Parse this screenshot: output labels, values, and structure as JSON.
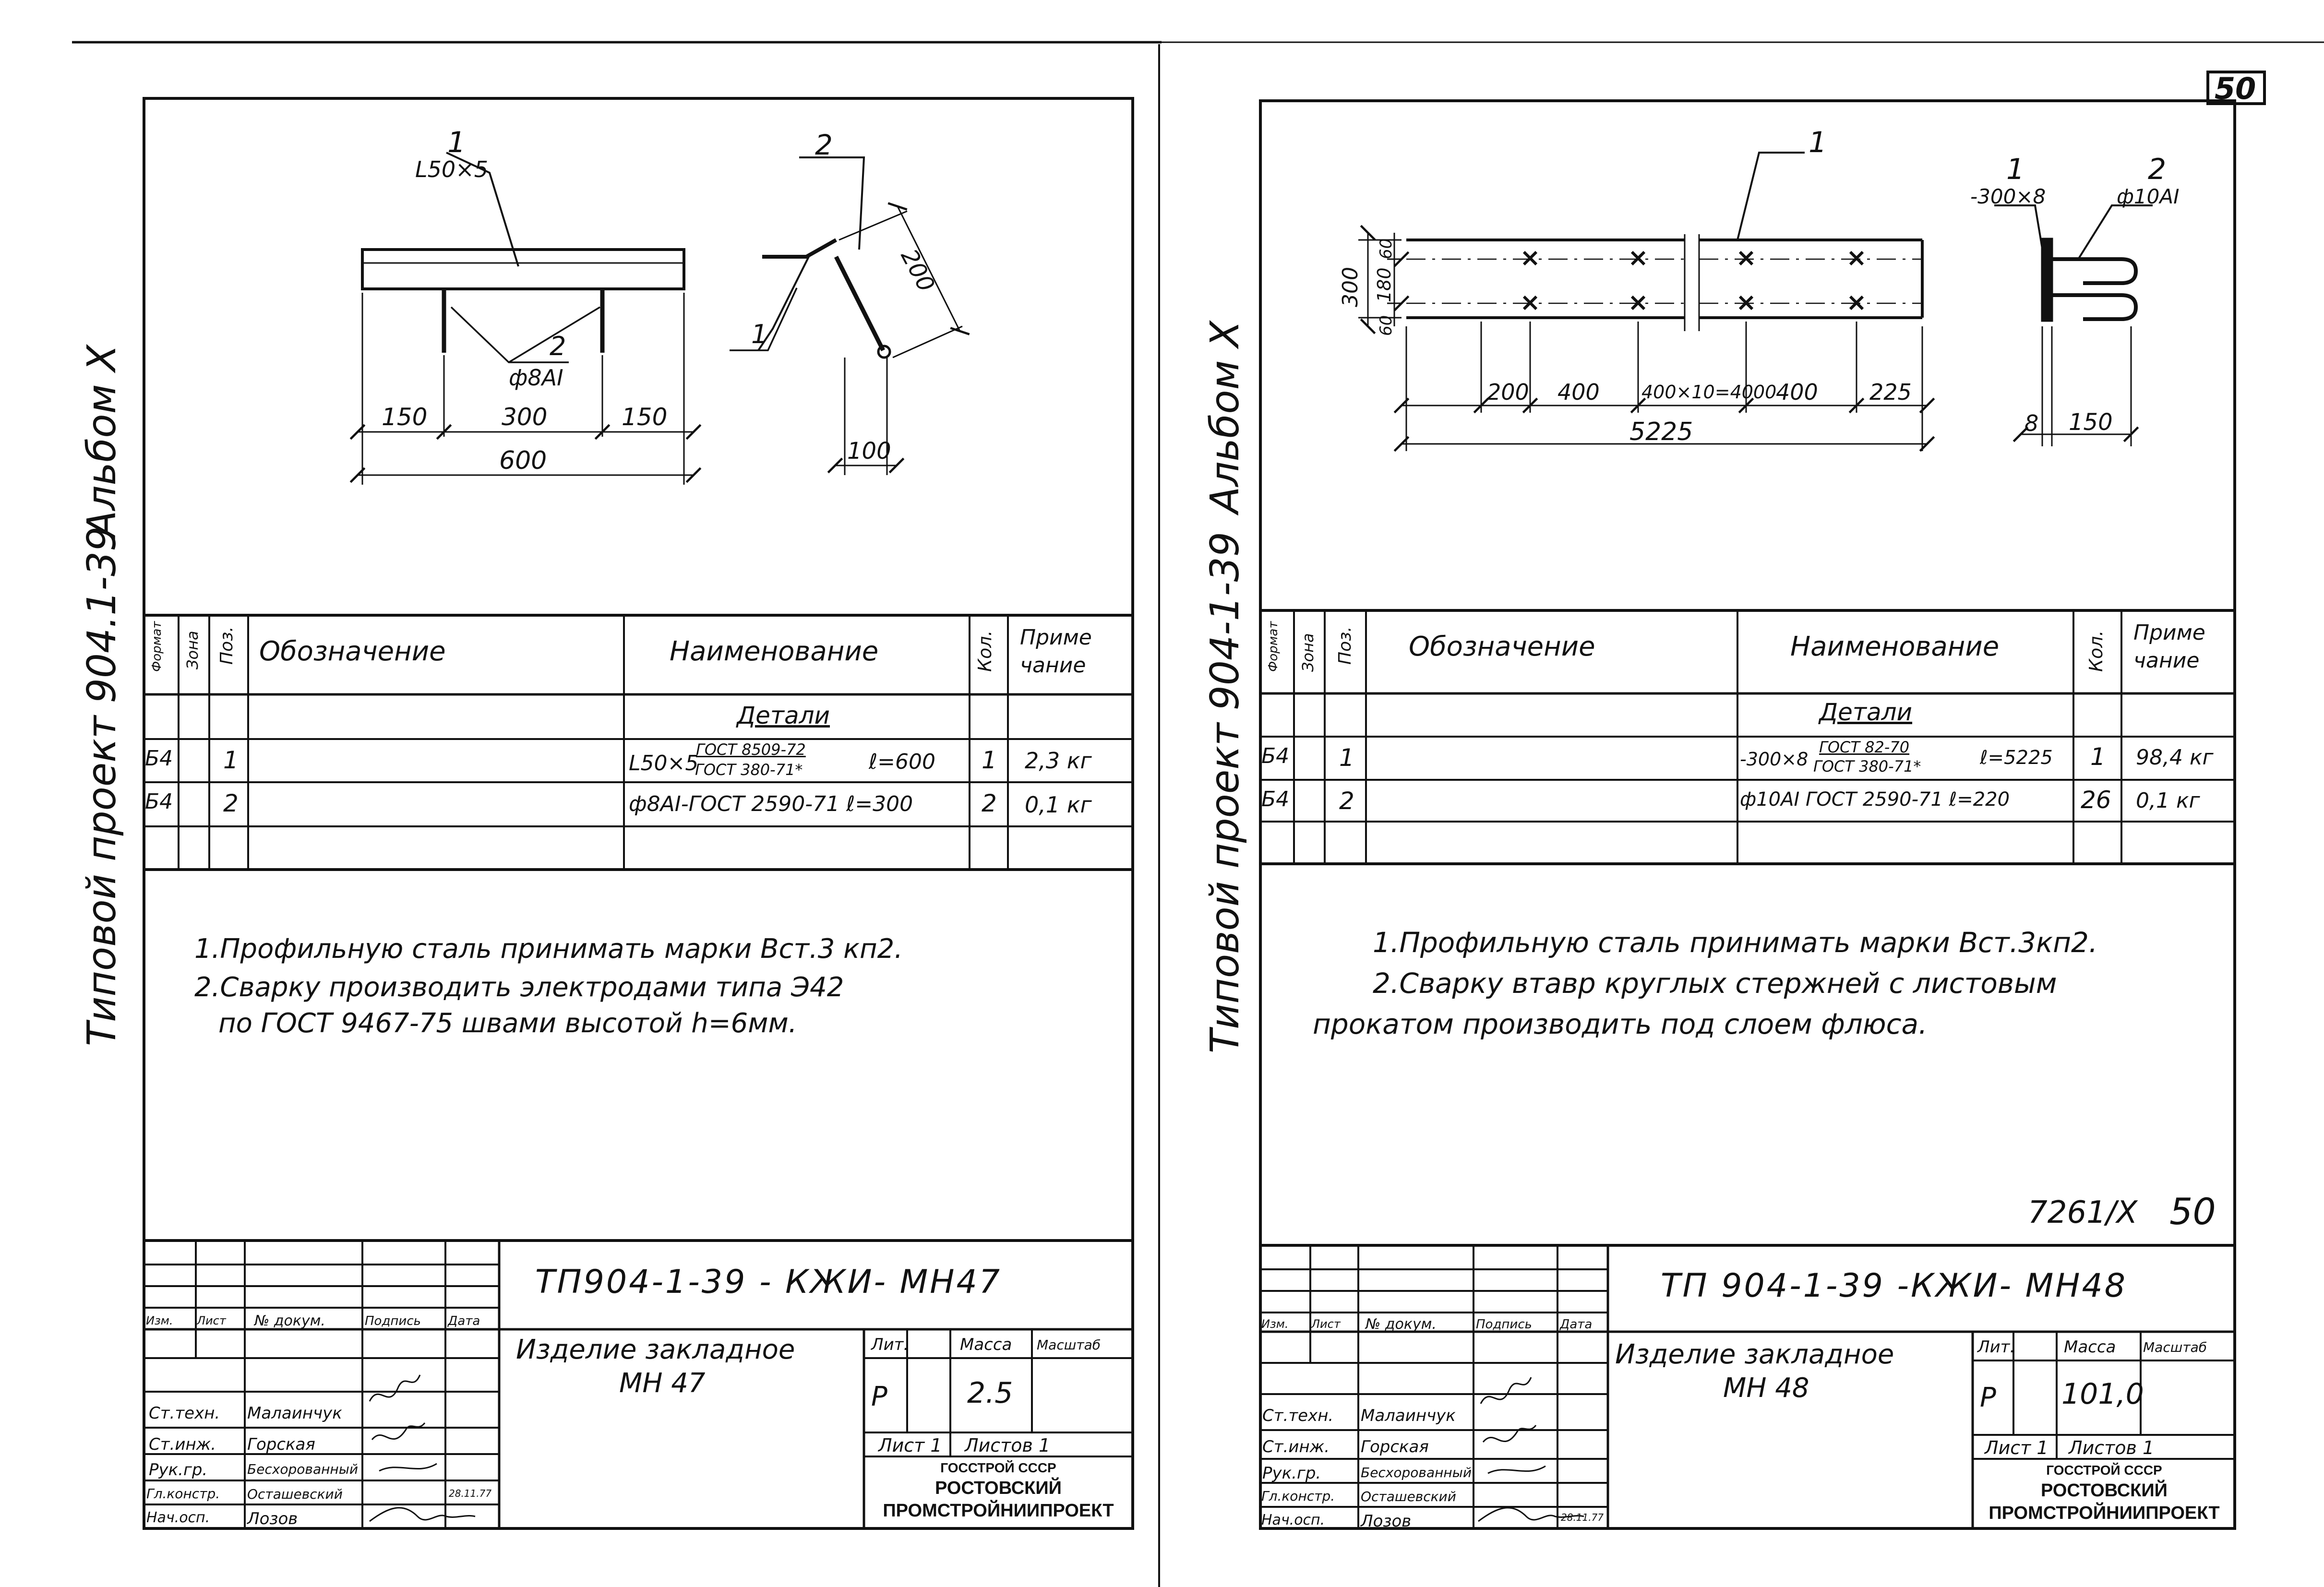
{
  "side_captions": {
    "left_project": "Типовой проект 904.1-39",
    "left_album": "Альбом X",
    "right_project": "Типовой проект 904-1-39",
    "right_album": "Альбом X"
  },
  "top_page_number": "50",
  "table_headers": {
    "format": "Формат",
    "zone": "Зона",
    "pos": "Поз.",
    "designation": "Обозначение",
    "name": "Наименование",
    "qty": "Кол.",
    "note": "Приме чание",
    "section": "Детали"
  },
  "sheet_left": {
    "drawing": {
      "pos1_label": "1",
      "pos1_profile": "L50×5",
      "pos2_label": "2",
      "pos2_rod": "ф8АI",
      "dims": [
        "150",
        "300",
        "150"
      ],
      "total": "600",
      "side_pos1": "1",
      "side_pos2": "2",
      "side_dim_diag": "200",
      "side_dim_bottom": "100"
    },
    "rows": [
      {
        "format": "Б4",
        "pos": "1",
        "name_main": "L50×5",
        "name_top": "ГОСТ 8509-72",
        "name_bottom": "ГОСТ 380-71*",
        "name_tail": "ℓ=600",
        "qty": "1",
        "note": "2,3 кг"
      },
      {
        "format": "Б4",
        "pos": "2",
        "name_main": "ф8АI-ГОСТ 2590-71 ℓ=300",
        "qty": "2",
        "note": "0,1 кг"
      }
    ],
    "notes": [
      "1.Профильную сталь принимать марки Вст.3 кп2.",
      "2.Сварку производить электродами типа Э42",
      "по ГОСТ 9467-75 швами высотой h=6мм."
    ],
    "stamp": {
      "code": "ТП904-1-39 - КЖИ- МН47",
      "title_line1": "Изделие закладное",
      "title_line2": "МН 47",
      "hdr_izm": "Изм.",
      "hdr_list": "Лист",
      "hdr_doc": "№ докум.",
      "hdr_sign": "Подпись",
      "hdr_date": "Дата",
      "hdr_lit": "Лит.",
      "hdr_mass": "Масса",
      "hdr_scale": "Масштаб",
      "lit": "Р",
      "mass": "2.5",
      "sheet": "Лист 1",
      "sheets": "Листов 1",
      "people": [
        {
          "role": "Ст.техн.",
          "name": "Малаинчук"
        },
        {
          "role": "Ст.инж.",
          "name": "Горская"
        },
        {
          "role": "Рук.гр.",
          "name": "Бесхорованный"
        },
        {
          "role": "Гл.констр.",
          "name": "Осташевский"
        },
        {
          "role": "Нач.осп.",
          "name": "Лозов"
        }
      ],
      "date": "28.11.77",
      "org1": "ГОССТРОЙ СССР",
      "org2": "РОСТОВСКИЙ",
      "org3": "ПРОМСТРОЙНИИПРОЕКТ"
    }
  },
  "sheet_right": {
    "drawing": {
      "pos1_label": "1",
      "pos1_side": "1",
      "pos1_plate": "-300×8",
      "pos2_label": "2",
      "pos2_rod": "ф10АI",
      "height_dims": [
        "300",
        "60",
        "180",
        "60"
      ],
      "dims": [
        "200",
        "400",
        "400×10=4000",
        "400",
        "225"
      ],
      "total": "5225",
      "side_dim_thk": "8",
      "side_dim_len": "150"
    },
    "rows": [
      {
        "format": "Б4",
        "pos": "1",
        "name_main": "-300×8",
        "name_top": "ГОСТ 82-70",
        "name_bottom": "ГОСТ 380-71*",
        "name_tail": "ℓ=5225",
        "qty": "1",
        "note": "98,4 кг"
      },
      {
        "format": "Б4",
        "pos": "2",
        "name_main": "ф10АI ГОСТ 2590-71 ℓ=220",
        "qty": "26",
        "note": "0,1 кг"
      }
    ],
    "notes": [
      "1.Профильную сталь принимать марки Вст.3кп2.",
      "2.Сварку втавр круглых стержней с листовым",
      "прокатом производить под слоем флюса."
    ],
    "album_ref": "7261/X",
    "album_page": "50",
    "stamp": {
      "code": "ТП 904-1-39 -КЖИ- МН48",
      "title_line1": "Изделие закладное",
      "title_line2": "МН 48",
      "hdr_izm": "Изм.",
      "hdr_list": "Лист",
      "hdr_doc": "№ докум.",
      "hdr_sign": "Подпись",
      "hdr_date": "Дата",
      "hdr_lit": "Лит.",
      "hdr_mass": "Масса",
      "hdr_scale": "Масштаб",
      "lit": "Р",
      "mass": "101,0",
      "sheet": "Лист 1",
      "sheets": "Листов 1",
      "people": [
        {
          "role": "Ст.техн.",
          "name": "Малаинчук"
        },
        {
          "role": "Ст.инж.",
          "name": "Горская"
        },
        {
          "role": "Рук.гр.",
          "name": "Бесхорованный"
        },
        {
          "role": "Гл.констр.",
          "name": "Осташевский"
        },
        {
          "role": "Нач.осп.",
          "name": "Лозов"
        }
      ],
      "date": "28.11.77",
      "org1": "ГОССТРОЙ СССР",
      "org2": "РОСТОВСКИЙ",
      "org3": "ПРОМСТРОЙНИИПРОЕКТ"
    }
  }
}
